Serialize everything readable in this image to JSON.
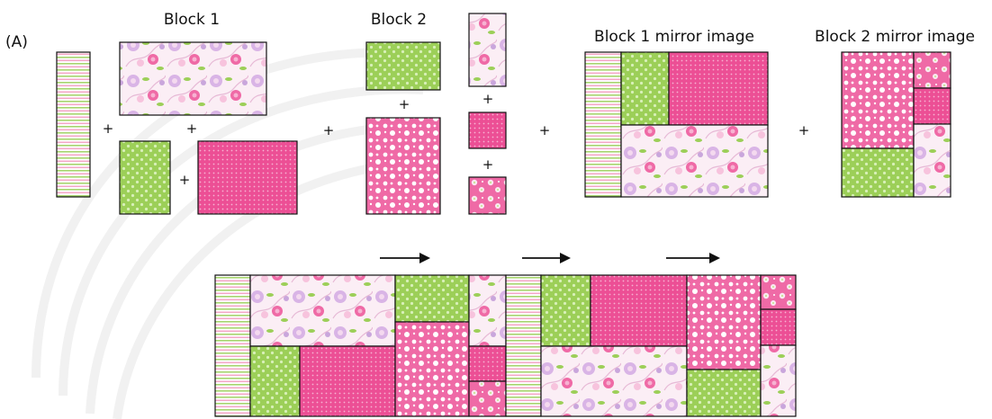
{
  "panel_label": "(A)",
  "titles": {
    "block1": "Block 1",
    "block2": "Block 2",
    "block1_mirror": "Block 1 mirror image",
    "block2_mirror": "Block 2 mirror image"
  },
  "plus_sign": "+",
  "colors": {
    "pink": "#ee5a9c",
    "pink_dark": "#d63f86",
    "green": "#9ccf58",
    "green_light": "#cbe8a4",
    "lilac": "#c9a6dc",
    "light_pink": "#f6b6d2",
    "stripe_green": "#a6d56e",
    "stripe_pink": "#f4a7c8",
    "outline": "#111111"
  },
  "fabrics": [
    "stripe-fabric",
    "floral-fabric",
    "green-dot-fabric",
    "pink-grid-fabric",
    "pink-polka-fabric",
    "pink-flower-fabric"
  ],
  "arrows_count": 3
}
